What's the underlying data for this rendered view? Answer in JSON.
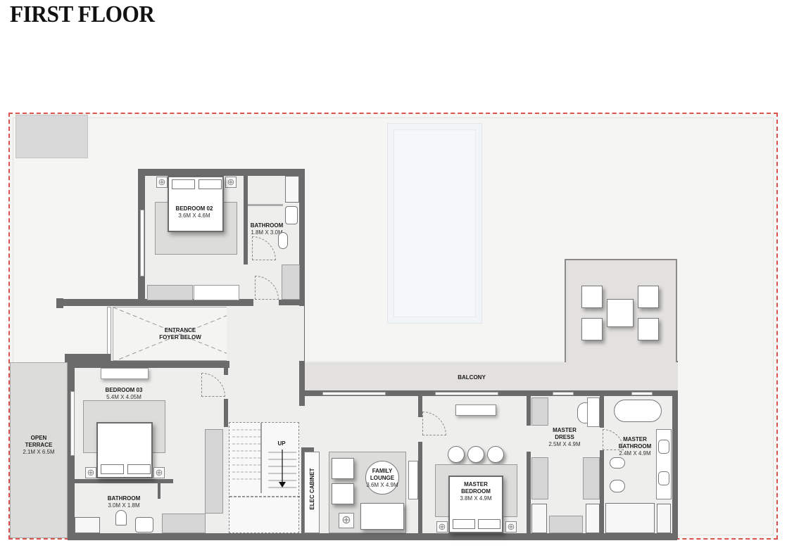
{
  "title": "FIRST FLOOR",
  "colors": {
    "boundary": "#d9534f",
    "wall": "#6b6b6b",
    "floor": "#eeeeec",
    "terrace": "#dcdcda",
    "outside": "#f5f5f4"
  },
  "rooms": {
    "bedroom02": {
      "name": "BEDROOM 02",
      "size": "3.6M X 4.6M"
    },
    "bathroom_upper": {
      "name": "BATHROOM",
      "size": "1.8M X 3.0M"
    },
    "foyer": {
      "line1": "ENTRANCE",
      "line2": "FOYER BELOW"
    },
    "bedroom03": {
      "name": "BEDROOM  03",
      "size": "5.4M X 4.05M"
    },
    "open_terrace": {
      "line1": "OPEN",
      "line2": "TERRACE",
      "size": "2.1M X 6.5M"
    },
    "bathroom_lower": {
      "name": "BATHROOM",
      "size": "3.0M X 1.8M"
    },
    "stairs": {
      "label": "UP"
    },
    "elec_cabinet": {
      "name": "ELEC CABINET"
    },
    "family_lounge": {
      "line1": "FAMILY",
      "line2": "LOUNGE",
      "size": "3.6M X 4.9M"
    },
    "balcony": {
      "name": "BALCONY"
    },
    "master_bedroom": {
      "line1": "MASTER",
      "line2": "BEDROOM",
      "size": "3.8M X 4.9M"
    },
    "master_dress": {
      "line1": "MASTER",
      "line2": "DRESS",
      "size": "2.5M X 4.9M"
    },
    "master_bathroom": {
      "line1": "MASTER",
      "line2": "BATHROOM",
      "size": "2.4M X 4.9M"
    }
  },
  "icons": {
    "nightstand": "⊕"
  }
}
